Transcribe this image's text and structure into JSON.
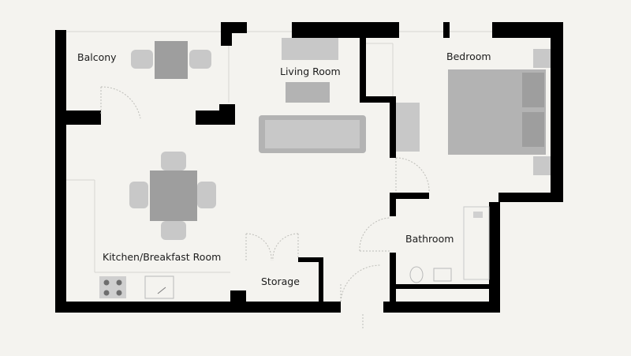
{
  "rooms": {
    "balcony": "Balcony",
    "living_room": "Living Room",
    "bedroom": "Bedroom",
    "kitchen": "Kitchen/Breakfast Room",
    "storage": "Storage",
    "bathroom": "Bathroom"
  },
  "colors": {
    "background": "#f4f3ef",
    "wall": "#000000",
    "furniture": "#a8a8a8"
  }
}
